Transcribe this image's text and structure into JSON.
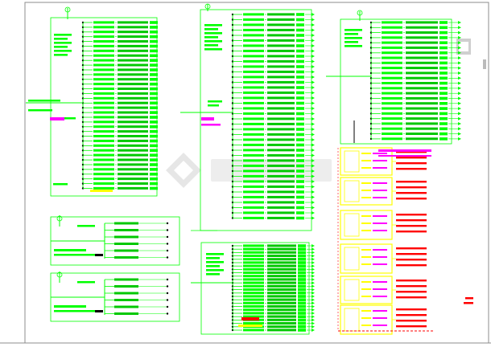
{
  "drawing": {
    "sheet_background": "#ffffff",
    "frame_color": "#8c8c8c",
    "palette": {
      "wiring": "#00ff00",
      "wiring_alt": "#00c800",
      "labels": "#2c8a2c",
      "highlight": "#ff00ff",
      "accent_yellow": "#ffff00",
      "accent_red": "#ff0000",
      "node_black": "#000000"
    },
    "watermark": {
      "visible": true,
      "icon": "diamond-logo-icon",
      "text_legible": false
    },
    "text_legible": false,
    "panels": [
      {
        "name": "distribution-panel-1",
        "type": "multi-circuit board",
        "branch_rows": 36,
        "color": "#00ff00"
      },
      {
        "name": "distribution-panel-2",
        "type": "multi-circuit board",
        "branch_rows": 40,
        "color": "#00ff00"
      },
      {
        "name": "distribution-panel-3",
        "type": "multi-circuit board",
        "branch_rows": 26,
        "color": "#00ff00"
      },
      {
        "name": "distribution-panel-4",
        "type": "small board",
        "branch_rows": 6,
        "color": "#00ff00"
      },
      {
        "name": "distribution-panel-5",
        "type": "small board",
        "branch_rows": 6,
        "color": "#00ff00"
      },
      {
        "name": "distribution-panel-6",
        "type": "multi-circuit board",
        "branch_rows": 24,
        "color": "#00ff00"
      },
      {
        "name": "schedule-block-group",
        "type": "yellow/magenta detail blocks",
        "branch_rows": 6,
        "color": "#ffff00"
      }
    ]
  }
}
